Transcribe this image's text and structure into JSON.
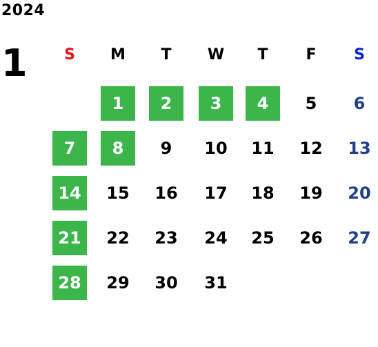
{
  "calendar": {
    "year": "2024",
    "month": "1",
    "weekdays": [
      "S",
      "M",
      "T",
      "W",
      "T",
      "F",
      "S"
    ],
    "weekday_colors": [
      "#e8101a",
      "#000000",
      "#000000",
      "#000000",
      "#000000",
      "#000000",
      "#0b1fd6"
    ],
    "day_colors": {
      "sunday_highlight_text": "#ffffff",
      "weekday": "#000000",
      "saturday": "#1f3f8a",
      "highlight_background": "#3cb54a"
    },
    "days": [
      {
        "label": "1",
        "weekday": 1,
        "week": 0,
        "highlighted": true
      },
      {
        "label": "2",
        "weekday": 2,
        "week": 0,
        "highlighted": true
      },
      {
        "label": "3",
        "weekday": 3,
        "week": 0,
        "highlighted": true
      },
      {
        "label": "4",
        "weekday": 4,
        "week": 0,
        "highlighted": true
      },
      {
        "label": "5",
        "weekday": 5,
        "week": 0,
        "highlighted": false
      },
      {
        "label": "6",
        "weekday": 6,
        "week": 0,
        "highlighted": false
      },
      {
        "label": "7",
        "weekday": 0,
        "week": 1,
        "highlighted": true
      },
      {
        "label": "8",
        "weekday": 1,
        "week": 1,
        "highlighted": true
      },
      {
        "label": "9",
        "weekday": 2,
        "week": 1,
        "highlighted": false
      },
      {
        "label": "10",
        "weekday": 3,
        "week": 1,
        "highlighted": false
      },
      {
        "label": "11",
        "weekday": 4,
        "week": 1,
        "highlighted": false
      },
      {
        "label": "12",
        "weekday": 5,
        "week": 1,
        "highlighted": false
      },
      {
        "label": "13",
        "weekday": 6,
        "week": 1,
        "highlighted": false
      },
      {
        "label": "14",
        "weekday": 0,
        "week": 2,
        "highlighted": true
      },
      {
        "label": "15",
        "weekday": 1,
        "week": 2,
        "highlighted": false
      },
      {
        "label": "16",
        "weekday": 2,
        "week": 2,
        "highlighted": false
      },
      {
        "label": "17",
        "weekday": 3,
        "week": 2,
        "highlighted": false
      },
      {
        "label": "18",
        "weekday": 4,
        "week": 2,
        "highlighted": false
      },
      {
        "label": "19",
        "weekday": 5,
        "week": 2,
        "highlighted": false
      },
      {
        "label": "20",
        "weekday": 6,
        "week": 2,
        "highlighted": false
      },
      {
        "label": "21",
        "weekday": 0,
        "week": 3,
        "highlighted": true
      },
      {
        "label": "22",
        "weekday": 1,
        "week": 3,
        "highlighted": false
      },
      {
        "label": "23",
        "weekday": 2,
        "week": 3,
        "highlighted": false
      },
      {
        "label": "24",
        "weekday": 3,
        "week": 3,
        "highlighted": false
      },
      {
        "label": "25",
        "weekday": 4,
        "week": 3,
        "highlighted": false
      },
      {
        "label": "26",
        "weekday": 5,
        "week": 3,
        "highlighted": false
      },
      {
        "label": "27",
        "weekday": 6,
        "week": 3,
        "highlighted": false
      },
      {
        "label": "28",
        "weekday": 0,
        "week": 4,
        "highlighted": true
      },
      {
        "label": "29",
        "weekday": 1,
        "week": 4,
        "highlighted": false
      },
      {
        "label": "30",
        "weekday": 2,
        "week": 4,
        "highlighted": false
      },
      {
        "label": "31",
        "weekday": 3,
        "week": 4,
        "highlighted": false
      }
    ]
  }
}
